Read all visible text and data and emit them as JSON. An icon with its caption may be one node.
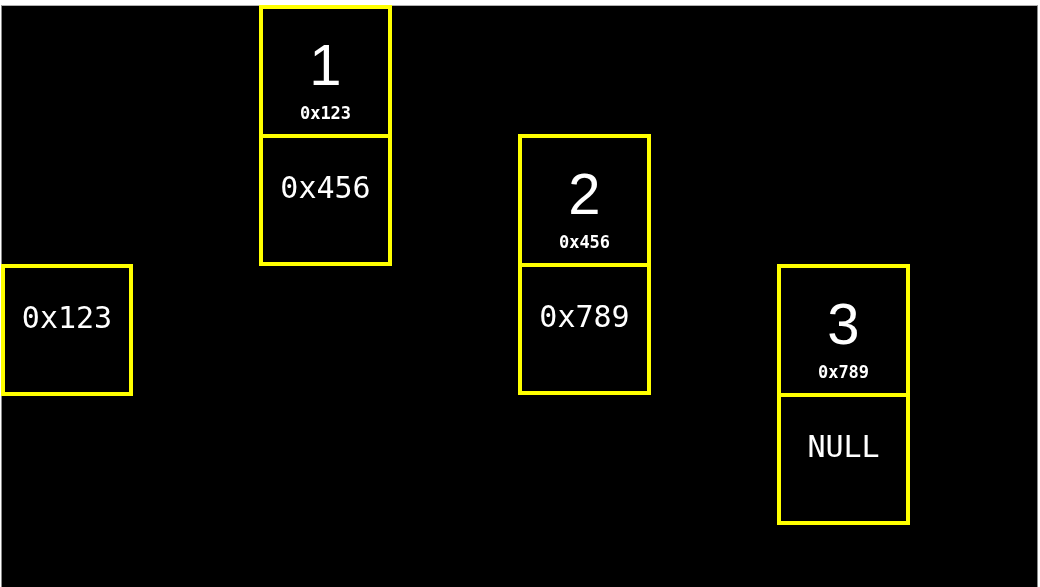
{
  "diagram": {
    "nodes": [
      {
        "text": [
          "0x123"
        ]
      },
      {
        "text": [
          "1",
          "0x123"
        ]
      },
      {
        "text": [
          "0x456"
        ]
      },
      {
        "text": [
          "2",
          "0x456"
        ]
      },
      {
        "text": [
          "0x789"
        ]
      },
      {
        "text": [
          "3",
          "0x789"
        ]
      },
      {
        "text": [
          "NULL"
        ]
      }
    ]
  }
}
